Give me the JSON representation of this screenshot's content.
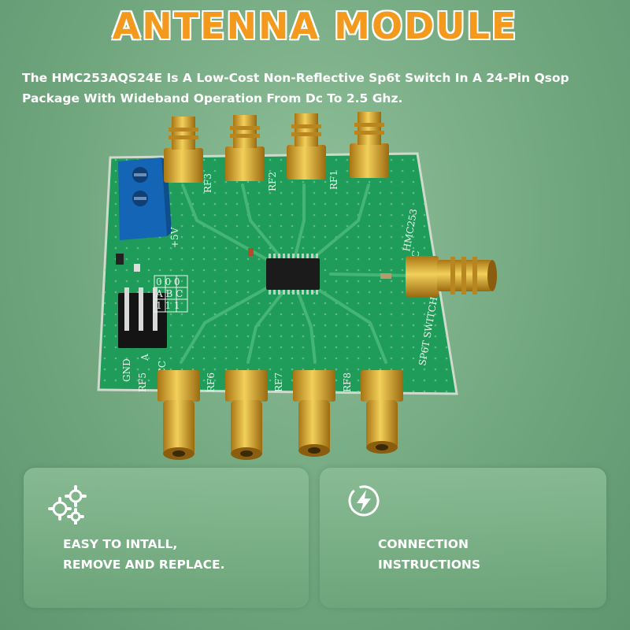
{
  "header": {
    "title": "ANTENNA MODULE",
    "description": "The HMC253AQS24E Is A Low-Cost Non-Reflective Sp6t Switch In A 24-Pin Qsop Package With Wideband Operation From Dc To 2.5 Ghz."
  },
  "board": {
    "labels": {
      "rf1": "RF1",
      "rf2": "RF2",
      "rf3": "RF3",
      "rf5": "RF5",
      "rf6": "RF6",
      "rf7": "RF7",
      "rf8": "RF8",
      "rfc": "RFC",
      "model": "HMC253",
      "switch": "SP6T SWITCH",
      "plus5v": "+5V",
      "gnd": "GND",
      "a": "A",
      "vcc": "VCC",
      "row1": "0 0 0",
      "row2": "A B C",
      "row3": "1 1 1"
    },
    "colors": {
      "pcb": "#1f9c5a",
      "terminal": "#1565b6",
      "gold": "#d9a92b"
    }
  },
  "features": [
    {
      "icon": "gears-icon",
      "text": "EASY TO INTALL,\nREMOVE AND REPLACE."
    },
    {
      "icon": "lightning-icon",
      "text": "CONNECTION\n INSTRUCTIONS"
    }
  ]
}
